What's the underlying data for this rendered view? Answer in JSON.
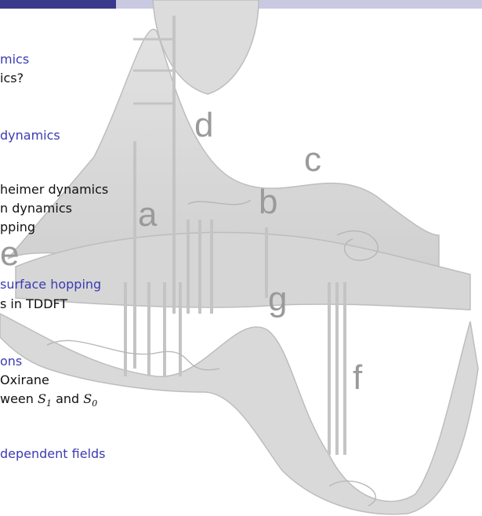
{
  "toc": {
    "items": [
      {
        "text": "mics",
        "kind": "section"
      },
      {
        "text": "ics?",
        "kind": "sub"
      },
      {
        "text": "dynamics",
        "kind": "section"
      },
      {
        "text": "heimer dynamics",
        "kind": "sub"
      },
      {
        "text": "n dynamics",
        "kind": "sub"
      },
      {
        "text": "pping",
        "kind": "sub"
      },
      {
        "text": "surface hopping",
        "kind": "section"
      },
      {
        "text": "s in TDDFT",
        "kind": "sub"
      },
      {
        "text": "ons",
        "kind": "section"
      },
      {
        "text": "Oxirane",
        "kind": "sub"
      },
      {
        "text": "dependent fields",
        "kind": "section"
      }
    ],
    "between": {
      "prefix": "ween",
      "s1_main": "S",
      "s1_sub": "1",
      "conj": "and",
      "s0_main": "S",
      "s0_sub": "0"
    }
  },
  "figure": {
    "labels": {
      "a": "a",
      "b": "b",
      "c": "c",
      "d": "d",
      "e": "e",
      "f": "f",
      "g": "g"
    }
  },
  "colors": {
    "section": "#3b3bb3",
    "text": "#111111",
    "header_dark": "#3a3a8c",
    "header_light": "#c9c9e2"
  }
}
